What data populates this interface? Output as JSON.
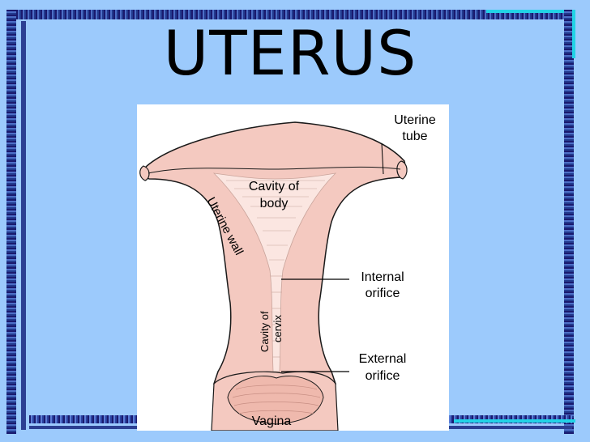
{
  "slide": {
    "title": "UTERUS"
  },
  "diagram": {
    "labels": {
      "uterine_tube": [
        "Uterine",
        "tube"
      ],
      "cavity_of_body": [
        "Cavity of",
        "body"
      ],
      "uterine_wall": "Uterine wall",
      "internal_orifice": [
        "Internal",
        "orifice"
      ],
      "cavity_of_cervix": [
        "Cavity of",
        "cervix"
      ],
      "external_orifice": [
        "External",
        "orifice"
      ],
      "vagina": "Vagina"
    },
    "colors": {
      "background": "#9ccafc",
      "tissue": "#f4c9c0",
      "cavity": "#fbe6e1",
      "outline": "#1a1a1a"
    }
  }
}
